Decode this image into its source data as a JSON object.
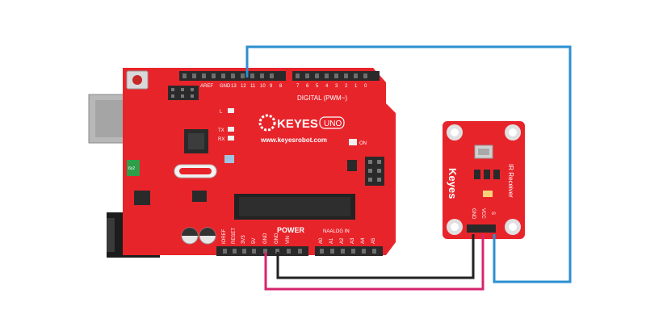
{
  "board": {
    "brand": "KEYES",
    "model": "UNO",
    "website": "www.keyesrobot.com",
    "digital_label": "DIGITAL  (PWM~)",
    "power_label": "POWER",
    "analog_label": "NAALOG IN",
    "on_label": "ON",
    "tx_label": "TX",
    "rx_label": "RX",
    "l_label": "L",
    "aref_label": "AREF",
    "gnd_label": "GND",
    "oscillator_label": "6x2",
    "digital_pins_left": [
      "13",
      "12",
      "11",
      "10",
      "9",
      "8"
    ],
    "digital_pins_right": [
      "7",
      "6",
      "5",
      "4",
      "3",
      "2",
      "1",
      "0"
    ],
    "power_pins": [
      "IOREF",
      "RESET",
      "3V3",
      "5V",
      "GND",
      "GND",
      "VIN"
    ],
    "analog_pins": [
      "A0",
      "A1",
      "A2",
      "A3",
      "A4",
      "A5"
    ]
  },
  "module": {
    "brand": "Keyes",
    "name": "IR Receiver",
    "pin_gnd": "GND",
    "pin_vcc": "VCC",
    "pin_s": "S"
  },
  "wires": [
    {
      "from": "5V",
      "to": "VCC",
      "color": "#d6246e"
    },
    {
      "from": "GND",
      "to": "GND",
      "color": "#222222"
    },
    {
      "from": "11",
      "to": "S",
      "color": "#2b8fd0"
    }
  ],
  "colors": {
    "board_red": "#e8242b",
    "header_black": "#2a2a2a",
    "usb_grey": "#b8b8b8"
  }
}
